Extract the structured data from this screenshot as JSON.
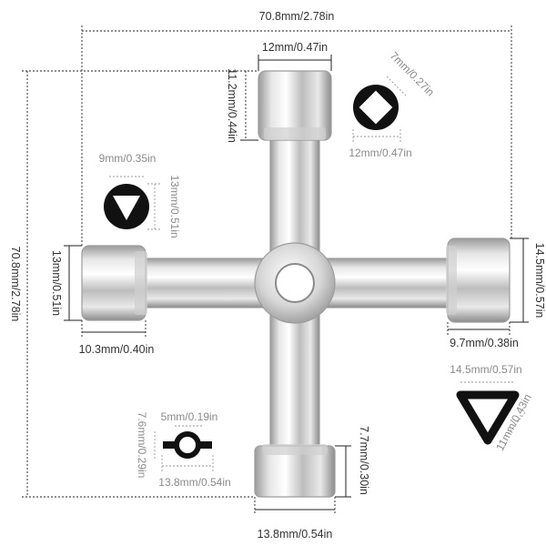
{
  "dimensions": {
    "overall_width": "70.8mm/2.78in",
    "overall_height": "70.8mm/2.78in",
    "top_width": "12mm/0.47in",
    "top_height": "11.2mm/0.44in",
    "square_outer": "12mm/0.47in",
    "square_inner": "7mm/0.27in",
    "triangle_top_width": "9mm/0.35in",
    "triangle_top_height": "13mm/0.51in",
    "left_height": "13mm/0.51in",
    "left_width": "10.3mm/0.40in",
    "right_height": "14.5mm/0.57in",
    "right_width": "9.7mm/0.38in",
    "triangle_right_width": "14.5mm/0.57in",
    "triangle_right_height": "11mm/0.43in",
    "round_inner": "5mm/0.19in",
    "round_height": "7.6mm/0.29in",
    "round_width": "13.8mm/0.54in",
    "bottom_height": "7.7mm/0.30in",
    "bottom_width": "13.8mm/0.54in"
  },
  "colors": {
    "metal_light": "#f4f4f4",
    "metal_mid": "#c8c8c8",
    "metal_dark": "#8e8e8e",
    "icon_black": "#111111"
  }
}
